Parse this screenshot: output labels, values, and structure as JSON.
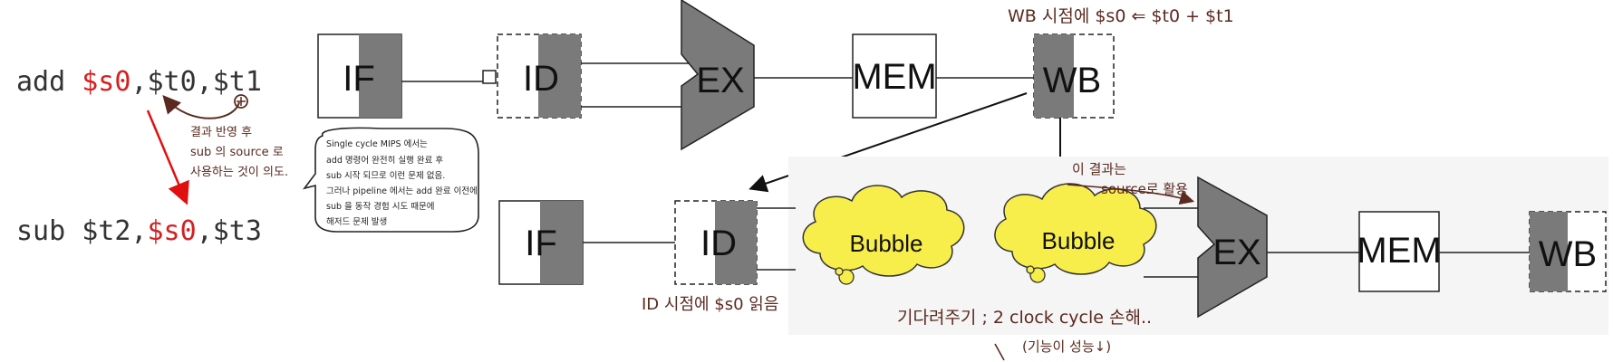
{
  "instructions": {
    "add": {
      "op": "add",
      "dest": "$s0",
      "rest": ",$t0,$t1"
    },
    "sub": {
      "op": "sub",
      "first": "$t2,",
      "src": "$s0",
      "rest": ",$t3"
    }
  },
  "pipeline1": {
    "if": "IF",
    "id": "ID",
    "ex": "EX",
    "mem": "MEM",
    "wb": "WB"
  },
  "pipeline2": {
    "if": "IF",
    "id": "ID",
    "bubble1": "Bubble",
    "bubble2": "Bubble",
    "ex": "EX",
    "mem": "MEM",
    "wb": "WB"
  },
  "annotations": {
    "wb_note": "WB 시점에 $s0 ⇐ $t0 + $t1",
    "result_note": [
      "결과 반영 후",
      "sub 의 source 로",
      "사용하는 것이 의도."
    ],
    "speech_note": [
      "Single cycle MIPS 에서는",
      "add 명령어 완전히 실행 완료 후",
      "sub 시작 되므로 이런 문제 없음.",
      "그러나 pipeline 에서는 add 완료 이전에",
      "sub 을 동작 경험 시도 때문에",
      "해저드 문제 발생"
    ],
    "id_note": "ID 시점에 $s0 읽음",
    "source_note": [
      "이 결과는",
      "source로 활용"
    ],
    "wait_note": "기다려주기 ; 2 clock cycle 손해..",
    "perf_note": "(기능이 성능↓)"
  },
  "colors": {
    "accent_red": "#d62020",
    "stage_gray": "#7a7a7a",
    "bubble_yellow": "#f7ee4c",
    "ink_brown": "#5a2a20"
  }
}
